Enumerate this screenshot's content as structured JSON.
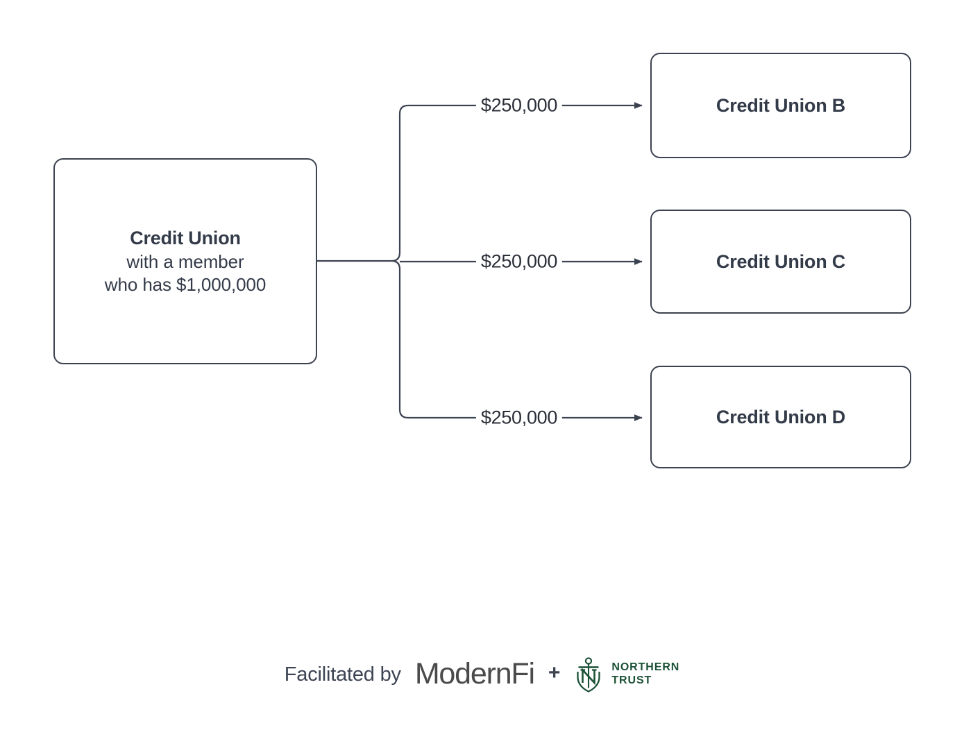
{
  "diagram": {
    "type": "flow",
    "source_node": {
      "title": "Credit Union",
      "subtitle_line1": "with a member",
      "subtitle_line2": "who has $1,000,000"
    },
    "destination_nodes": [
      {
        "label": "Credit Union B"
      },
      {
        "label": "Credit Union C"
      },
      {
        "label": "Credit Union D"
      }
    ],
    "edges": [
      {
        "amount": "$250,000",
        "to": "Credit Union B"
      },
      {
        "amount": "$250,000",
        "to": "Credit Union C"
      },
      {
        "amount": "$250,000",
        "to": "Credit Union D"
      }
    ],
    "colors": {
      "stroke": "#3B4250",
      "text": "#333B49",
      "label_text": "#2B2F38",
      "background": "#FFFFFF",
      "northern_trust_green": "#1B5135",
      "modernfi_gray": "#4A4A4A"
    }
  },
  "footer": {
    "facilitated_by": "Facilitated by",
    "modernfi": "ModernFi",
    "plus": "+",
    "northern_trust_line1": "NORTHERN",
    "northern_trust_line2": "TRUST",
    "anchor_icon_name": "northern-trust-anchor-icon"
  }
}
